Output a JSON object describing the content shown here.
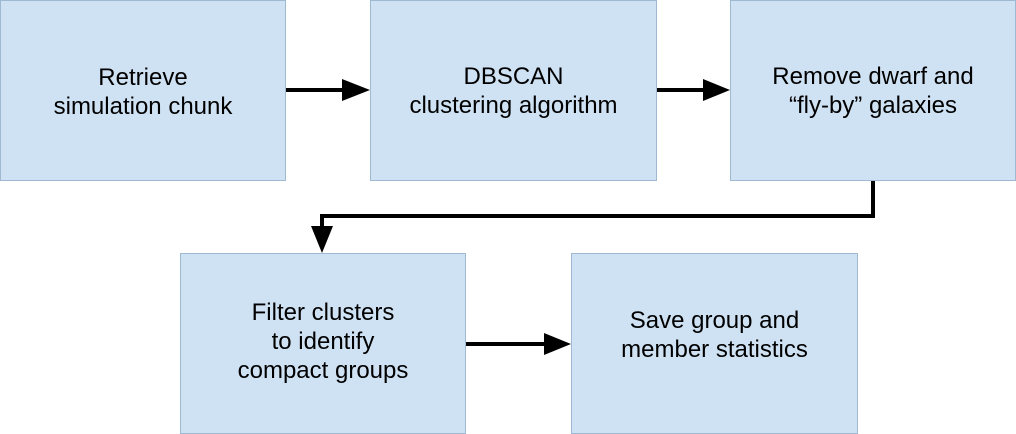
{
  "steps": [
    {
      "id": "retrieve",
      "label": "Retrieve\nsimulation chunk"
    },
    {
      "id": "dbscan",
      "label": "DBSCAN\nclustering algorithm"
    },
    {
      "id": "remove",
      "label": "Remove dwarf and\n“fly-by” galaxies"
    },
    {
      "id": "filter",
      "label": "Filter clusters\nto identify\ncompact groups"
    },
    {
      "id": "save",
      "label": "Save group and\nmember statistics"
    }
  ],
  "colors": {
    "box_fill": "#cfe2f3",
    "box_border": "#9fb9d0",
    "arrow": "#000000",
    "text": "#000000"
  }
}
